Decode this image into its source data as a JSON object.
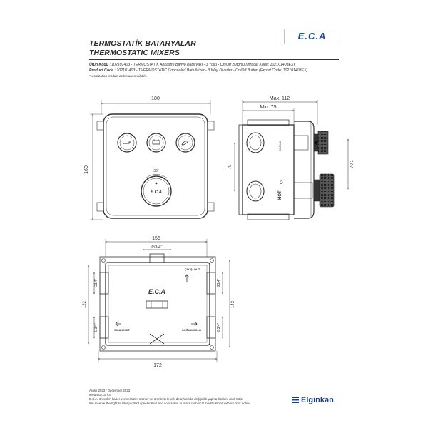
{
  "header": {
    "title_tr": "TERMOSTATİK BATARYALAR",
    "title_en": "THERMOSTATIC MIXERS",
    "brand": "E.C.A"
  },
  "product": {
    "tr_label": "Ürün Kodu",
    "tr_text": ": 102101403 - TERMOSTATİK Ankastre Banyo Bataryası - 3 Yollu - On/Off Butonlu (İhracat Kodu: 102101403EX)",
    "en_label": "Product Code",
    "en_text": ": 102101403 - THERMOSTATIC Concealed Bath Mixer - 3 Way Diverter - On/Off Button (Export Code: 102101403EX)",
    "note": "*Localization product codes are available."
  },
  "drawing_front": {
    "width_dim": "180",
    "height_dim": "160",
    "angle": "38°",
    "handle_logo": "E.C.A"
  },
  "drawing_side": {
    "max_dim": "Max. 112",
    "min_dim": "Min. 75",
    "dim_70": "70",
    "dim_70_1": "70,1",
    "soguk": "SOĞUK",
    "hot": "HOT",
    "o_mark": "O"
  },
  "drawing_box": {
    "top_dim": "155",
    "thread_top": "G3/4\"",
    "thread_left_top": "G3/4\"",
    "thread_left_bottom": "G3/4\"",
    "thread_right_top": "G3/4\"",
    "thread_right_bottom": "G3/4\"",
    "left_height": "122",
    "right_height": "143",
    "bottom_dim": "172",
    "out_label": "ÇIKIŞ/\nOUT",
    "hot_label": "SICAK/HOT",
    "cold_label": "SOĞUK/COLD",
    "logo": "E.C.A"
  },
  "footer": {
    "date": "Aralık 2023 / December 2023",
    "web": "www.eca.com.tr",
    "disclaimer_tr": "E.C.A. önceden haber vermeksizin, ürünler ve ürünlerin teknik detaylarında değişiklik yapma hakkını saklı tutar.",
    "disclaimer_en": "We reserve the right to alter product specification and colors and to make technical modifications without prior notice.",
    "company": "Elginkan"
  },
  "colors": {
    "brand_blue": "#1d4f9a",
    "elginkan_blue": "#1b3f86",
    "line": "#333333"
  }
}
